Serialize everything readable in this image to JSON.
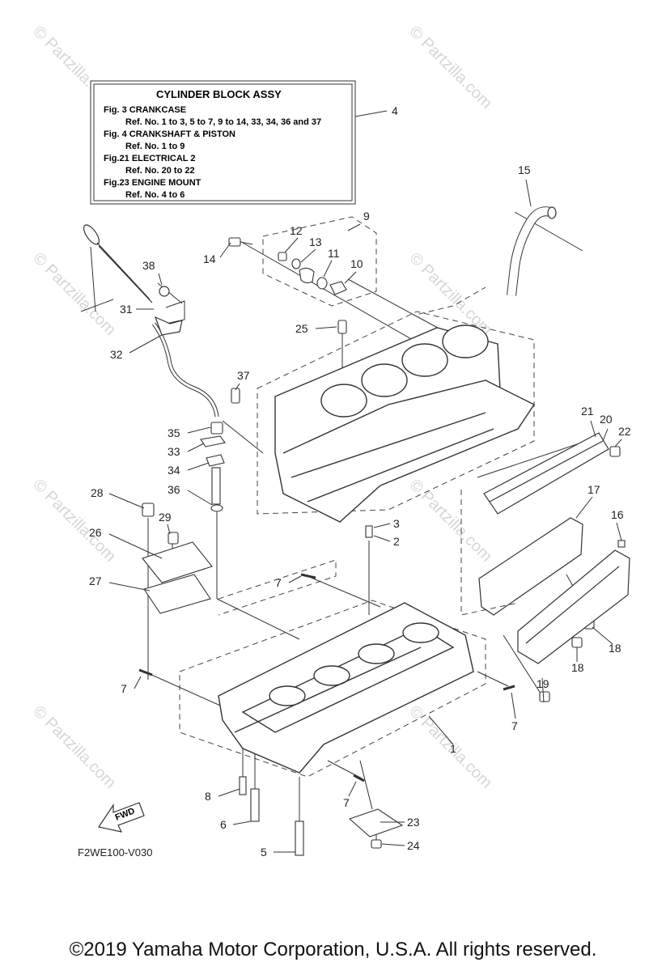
{
  "info_box": {
    "title": "CYLINDER BLOCK ASSY",
    "lines": [
      "Fig.  3 CRANKCASE",
      "Ref. No. 1 to 3, 5 to 7, 9 to 14, 33, 34, 36 and 37",
      "Fig.  4 CRANKSHAFT & PISTON",
      "Ref. No. 1 to 9",
      "Fig.21 ELECTRICAL 2",
      "Ref. No. 20 to 22",
      "Fig.23 ENGINE MOUNT",
      "Ref. No. 4 to 6"
    ]
  },
  "callouts": [
    "4",
    "15",
    "9",
    "12",
    "13",
    "14",
    "11",
    "10",
    "38",
    "31",
    "32",
    "25",
    "37",
    "21",
    "20",
    "22",
    "35",
    "33",
    "34",
    "36",
    "28",
    "29",
    "26",
    "27",
    "17",
    "16",
    "3",
    "2",
    "7",
    "18",
    "18",
    "19",
    "7",
    "7",
    "1",
    "7",
    "8",
    "6",
    "5",
    "23",
    "24"
  ],
  "diagram_code": "F2WE100-V030",
  "fwd_label": "FWD",
  "watermark": "© Partzilla.com",
  "copyright": "©2019  Yamaha Motor Corporation, U.S.A. All rights reserved."
}
